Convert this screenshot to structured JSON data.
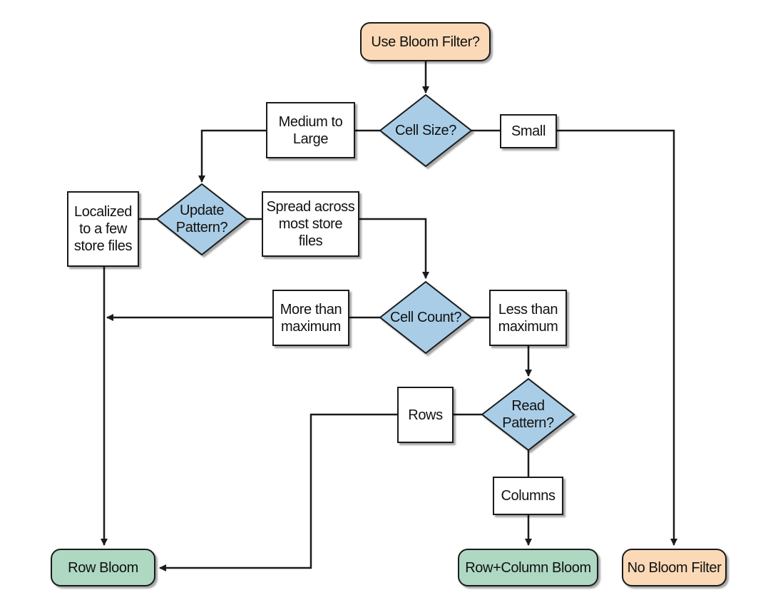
{
  "start": "Use Bloom Filter?",
  "decisions": {
    "cell_size": "Cell Size?",
    "update_pattern": "Update\nPattern?",
    "cell_count": "Cell Count?",
    "read_pattern": "Read\nPattern?"
  },
  "labels": {
    "medium_to_large": "Medium to\nLarge",
    "small": "Small",
    "localized": "Localized\nto a few\nstore files",
    "spread": "Spread across\nmost store\nfiles",
    "more_than_max": "More than\nmaximum",
    "less_than_max": "Less than\nmaximum",
    "rows": "Rows",
    "columns": "Columns"
  },
  "outcomes": {
    "row_bloom": "Row Bloom",
    "row_column_bloom": "Row+Column Bloom",
    "no_bloom_filter": "No Bloom Filter"
  },
  "colors": {
    "decision_fill": "#a9cde6",
    "start_fill": "#fcd9b6",
    "result_fill": "#aed8c2",
    "line": "#1a1a1a"
  }
}
